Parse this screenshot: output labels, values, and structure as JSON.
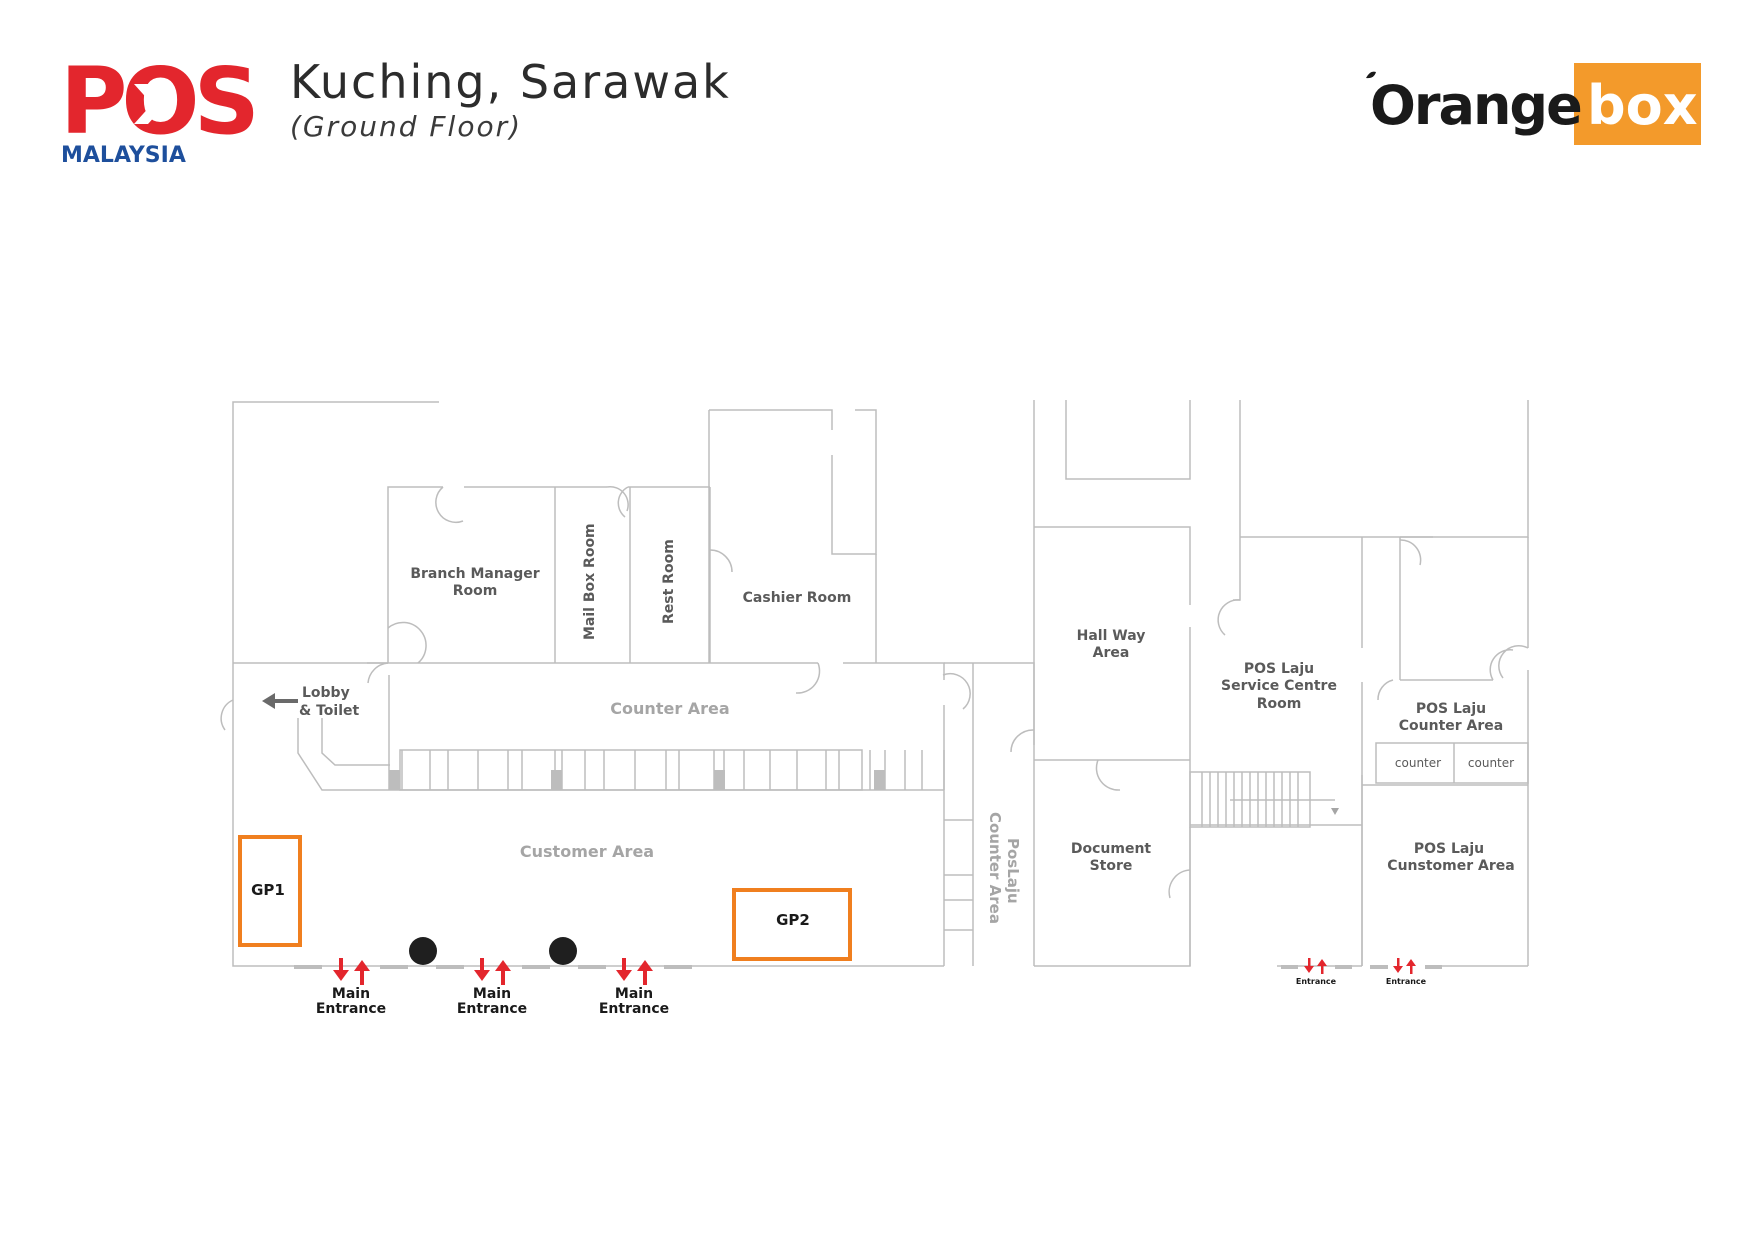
{
  "header": {
    "title": "Kuching, Sarawak",
    "subtitle": "(Ground Floor)"
  },
  "logos": {
    "pos": {
      "word": "POS",
      "country": "MALAYSIA"
    },
    "orangebox": {
      "word1": "Orange",
      "word2": "box"
    }
  },
  "rooms": {
    "branch_manager_1": "Branch Manager",
    "branch_manager_2": "Room",
    "mail_box": "Mail Box Room",
    "rest_room": "Rest Room",
    "cashier_room": "Cashier Room",
    "lobby_1": "Lobby",
    "lobby_2": "& Toilet",
    "counter_area": "Counter Area",
    "customer_area": "Customer Area",
    "poslaju_counter_1": "PosLaju",
    "poslaju_counter_2": "Counter Area",
    "hallway_1": "Hall Way",
    "hallway_2": "Area",
    "document_store_1": "Document",
    "document_store_2": "Store",
    "service_centre_1": "POS Laju",
    "service_centre_2": "Service Centre",
    "service_centre_3": "Room",
    "poslaju_counter_area_1": "POS Laju",
    "poslaju_counter_area_2": "Counter Area",
    "counter_left": "counter",
    "counter_right": "counter",
    "customer_area_2_1": "POS Laju",
    "customer_area_2_2": "Cunstomer Area"
  },
  "markers": {
    "gp1": "GP1",
    "gp2": "GP2"
  },
  "entrances": {
    "main_1a": "Main",
    "main_1b": "Entrance",
    "main_2a": "Main",
    "main_2b": "Entrance",
    "main_3a": "Main",
    "main_3b": "Entrance",
    "side_1": "Entrance",
    "side_2": "Entrance"
  },
  "colors": {
    "pos_red": "#e3262d",
    "pos_blue": "#1e4f9c",
    "orange": "#f39a2b",
    "marker_orange": "#f07f1f",
    "wall": "#bdbdbd",
    "label_dark": "#5a5a5a",
    "label_light": "#a5a5a5",
    "arrow_red": "#e3262d"
  }
}
